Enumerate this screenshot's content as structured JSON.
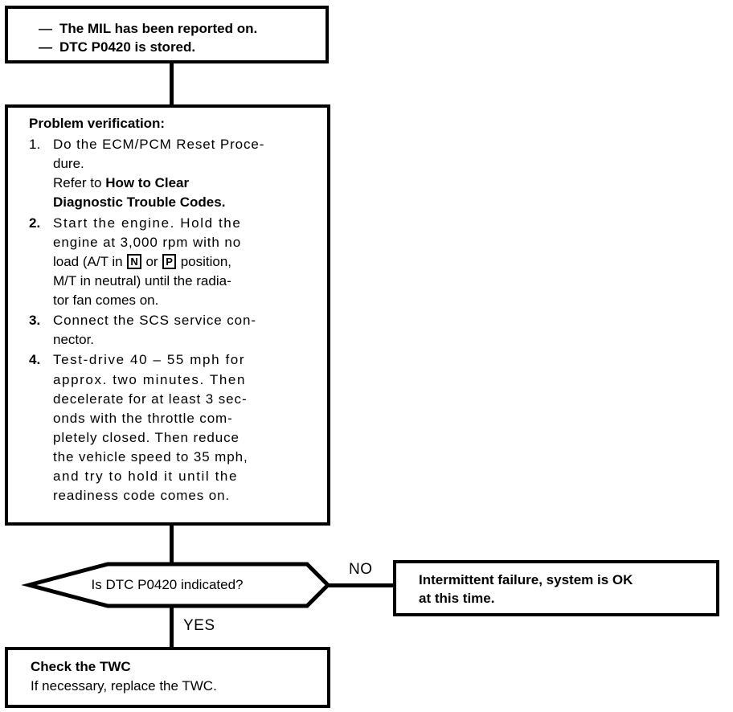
{
  "diagram": {
    "title": "DTC P0420 Troubleshooting Flowchart",
    "line_color": "#000000",
    "background_color": "#ffffff"
  },
  "top_box": {
    "conditions": [
      {
        "dash": "—",
        "text": "The MIL has been reported on."
      },
      {
        "dash": "—",
        "text": "DTC P0420 is stored."
      }
    ]
  },
  "main_box": {
    "title": "Problem verification:",
    "steps": [
      {
        "number": "1.",
        "lines": [
          {
            "segments": [
              {
                "text": "Do the ECM/PCM Reset Proce-",
                "bold": false
              }
            ]
          },
          {
            "segments": [
              {
                "text": "dure.",
                "bold": false
              }
            ]
          },
          {
            "segments": [
              {
                "text": "Refer to ",
                "bold": false
              },
              {
                "text": "How to Clear",
                "bold": true
              }
            ]
          },
          {
            "segments": [
              {
                "text": "Diagnostic Trouble Codes.",
                "bold": true
              }
            ]
          }
        ]
      },
      {
        "number": "2.",
        "lines": [
          {
            "segments": [
              {
                "text": "Start the engine. Hold the",
                "bold": false
              }
            ]
          },
          {
            "segments": [
              {
                "text": "engine at 3,000 rpm with no",
                "bold": false
              }
            ]
          },
          {
            "segments": [
              {
                "text": "load (A/T in ",
                "bold": false
              },
              {
                "text": "N",
                "boxed": true
              },
              {
                "text": " or ",
                "bold": false
              },
              {
                "text": "P",
                "boxed": true
              },
              {
                "text": " position,",
                "bold": false
              }
            ]
          },
          {
            "segments": [
              {
                "text": "M/T in neutral) until the radia-",
                "bold": false
              }
            ]
          },
          {
            "segments": [
              {
                "text": "tor fan comes on.",
                "bold": false
              }
            ]
          }
        ]
      },
      {
        "number": "3.",
        "lines": [
          {
            "segments": [
              {
                "text": "Connect the SCS service con-",
                "bold": false
              }
            ]
          },
          {
            "segments": [
              {
                "text": "nector.",
                "bold": false
              }
            ]
          }
        ]
      },
      {
        "number": "4.",
        "lines": [
          {
            "segments": [
              {
                "text": "Test-drive 40 – 55 mph for",
                "bold": false
              }
            ]
          },
          {
            "segments": [
              {
                "text": "approx. two minutes. Then",
                "bold": false
              }
            ]
          },
          {
            "segments": [
              {
                "text": "decelerate for at least 3 sec-",
                "bold": false
              }
            ]
          },
          {
            "segments": [
              {
                "text": "onds with the throttle com-",
                "bold": false
              }
            ]
          },
          {
            "segments": [
              {
                "text": "pletely closed. Then reduce",
                "bold": false
              }
            ]
          },
          {
            "segments": [
              {
                "text": "the vehicle speed to 35 mph,",
                "bold": false
              }
            ]
          },
          {
            "segments": [
              {
                "text": "and try to hold it until the",
                "bold": false
              }
            ]
          },
          {
            "segments": [
              {
                "text": "readiness code comes on.",
                "bold": false
              }
            ]
          }
        ]
      }
    ]
  },
  "decision": {
    "question": "Is DTC P0420 indicated?",
    "yes_label": "YES",
    "no_label": "NO"
  },
  "intermittent_box": {
    "lines": [
      "Intermittent failure, system is OK",
      "at this time."
    ]
  },
  "twc_box": {
    "heading": "Check the TWC",
    "subtext": "If necessary, replace the TWC."
  }
}
